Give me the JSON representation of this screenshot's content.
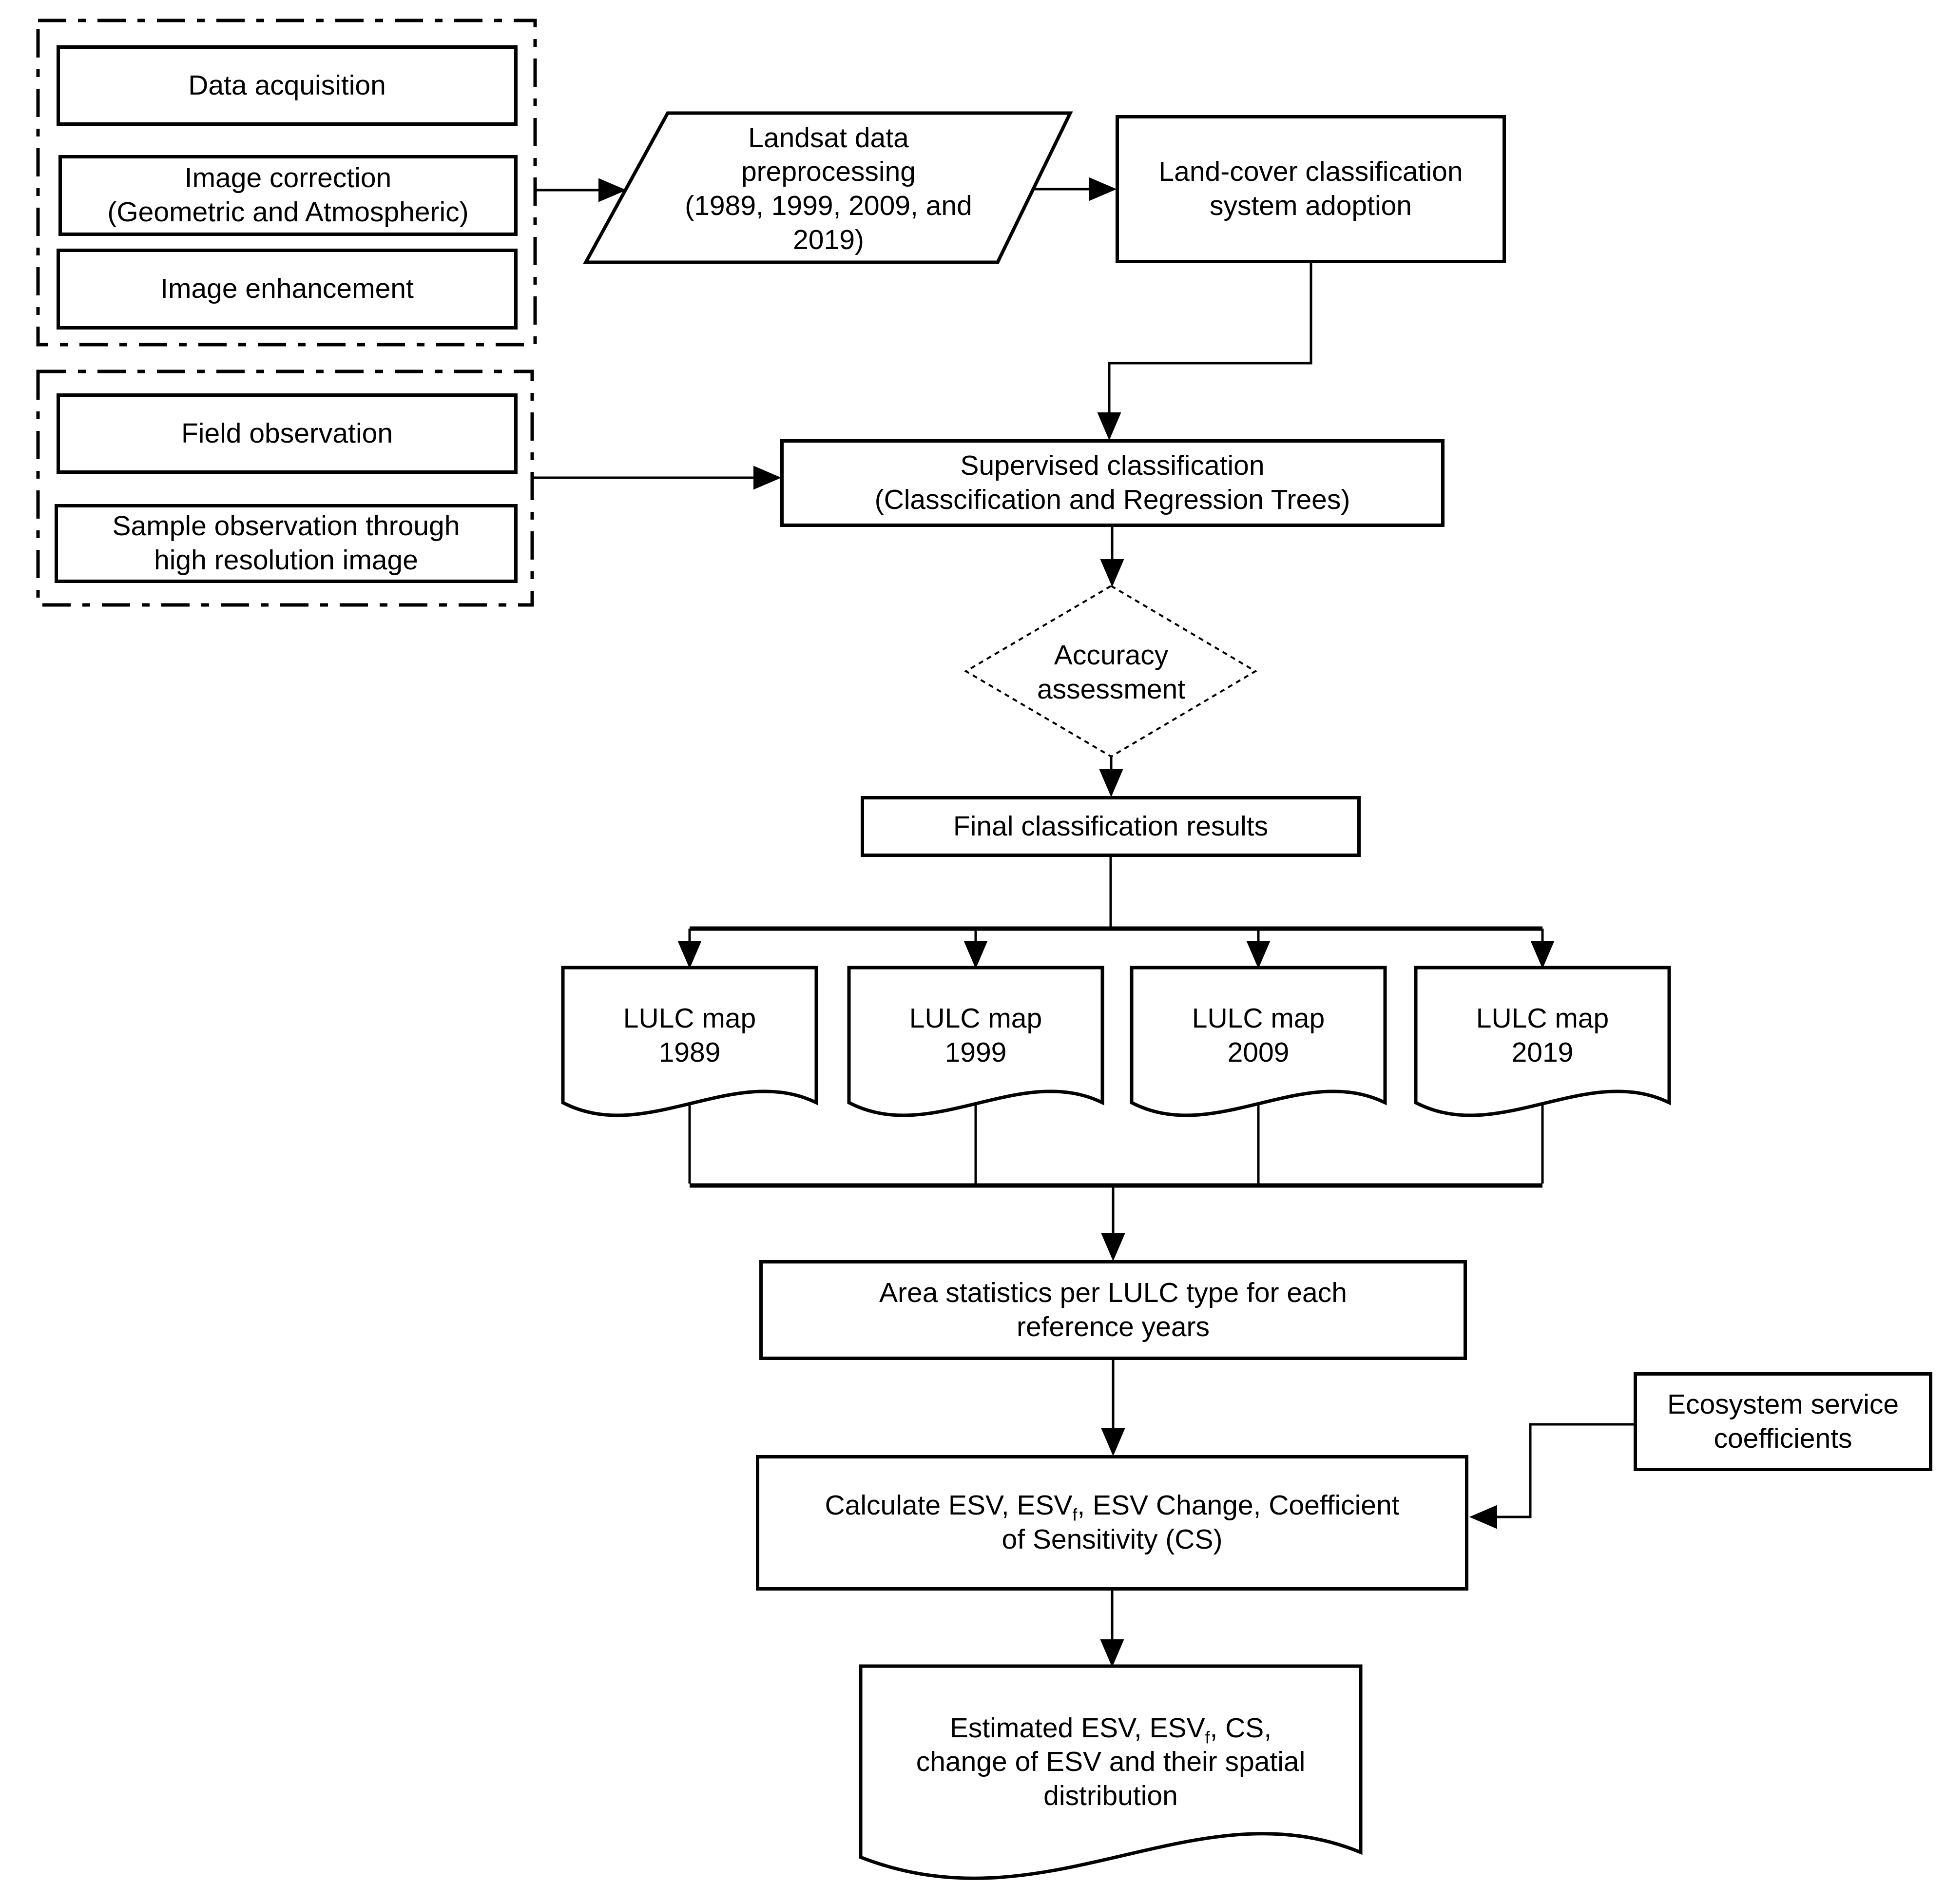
{
  "diagram": {
    "background_color": "#ffffff",
    "line_color": "#000000",
    "groups": {
      "acquisition": {
        "data_acquisition": "Data acquisition",
        "image_correction": "Image correction\n(Geometric and Atmospheric)",
        "image_enhancement": "Image enhancement"
      },
      "observation": {
        "field_observation": "Field observation",
        "sample_observation": "Sample observation through\nhigh resolution image"
      }
    },
    "nodes": {
      "landsat_preprocessing": "Landsat data\npreprocessing\n(1989, 1999, 2009, and\n2019)",
      "landcover_adoption": "Land-cover classification\nsystem adoption",
      "supervised_classification": "Supervised classification\n(Classcification and Regression Trees)",
      "accuracy_assessment": "Accuracy\nassessment",
      "final_results": "Final classification results",
      "lulc_map_1989": "LULC map\n1989",
      "lulc_map_1999": "LULC map\n1999",
      "lulc_map_2009": "LULC map\n2009",
      "lulc_map_2019": "LULC map\n2019",
      "area_statistics": "Area statistics per LULC type for each\nreference years",
      "calculate_esv": {
        "pre": "Calculate ESV, ESV",
        "sub": "f",
        "post": ", ESV Change, Coefficient\nof Sensitivity (CS)"
      },
      "ecosystem_coefficients": "Ecosystem service\ncoefficients",
      "estimated_esv": {
        "pre": "Estimated ESV, ESV",
        "sub": "f",
        "post": ", CS,\nchange of ESV and their spatial\ndistribution"
      }
    }
  }
}
